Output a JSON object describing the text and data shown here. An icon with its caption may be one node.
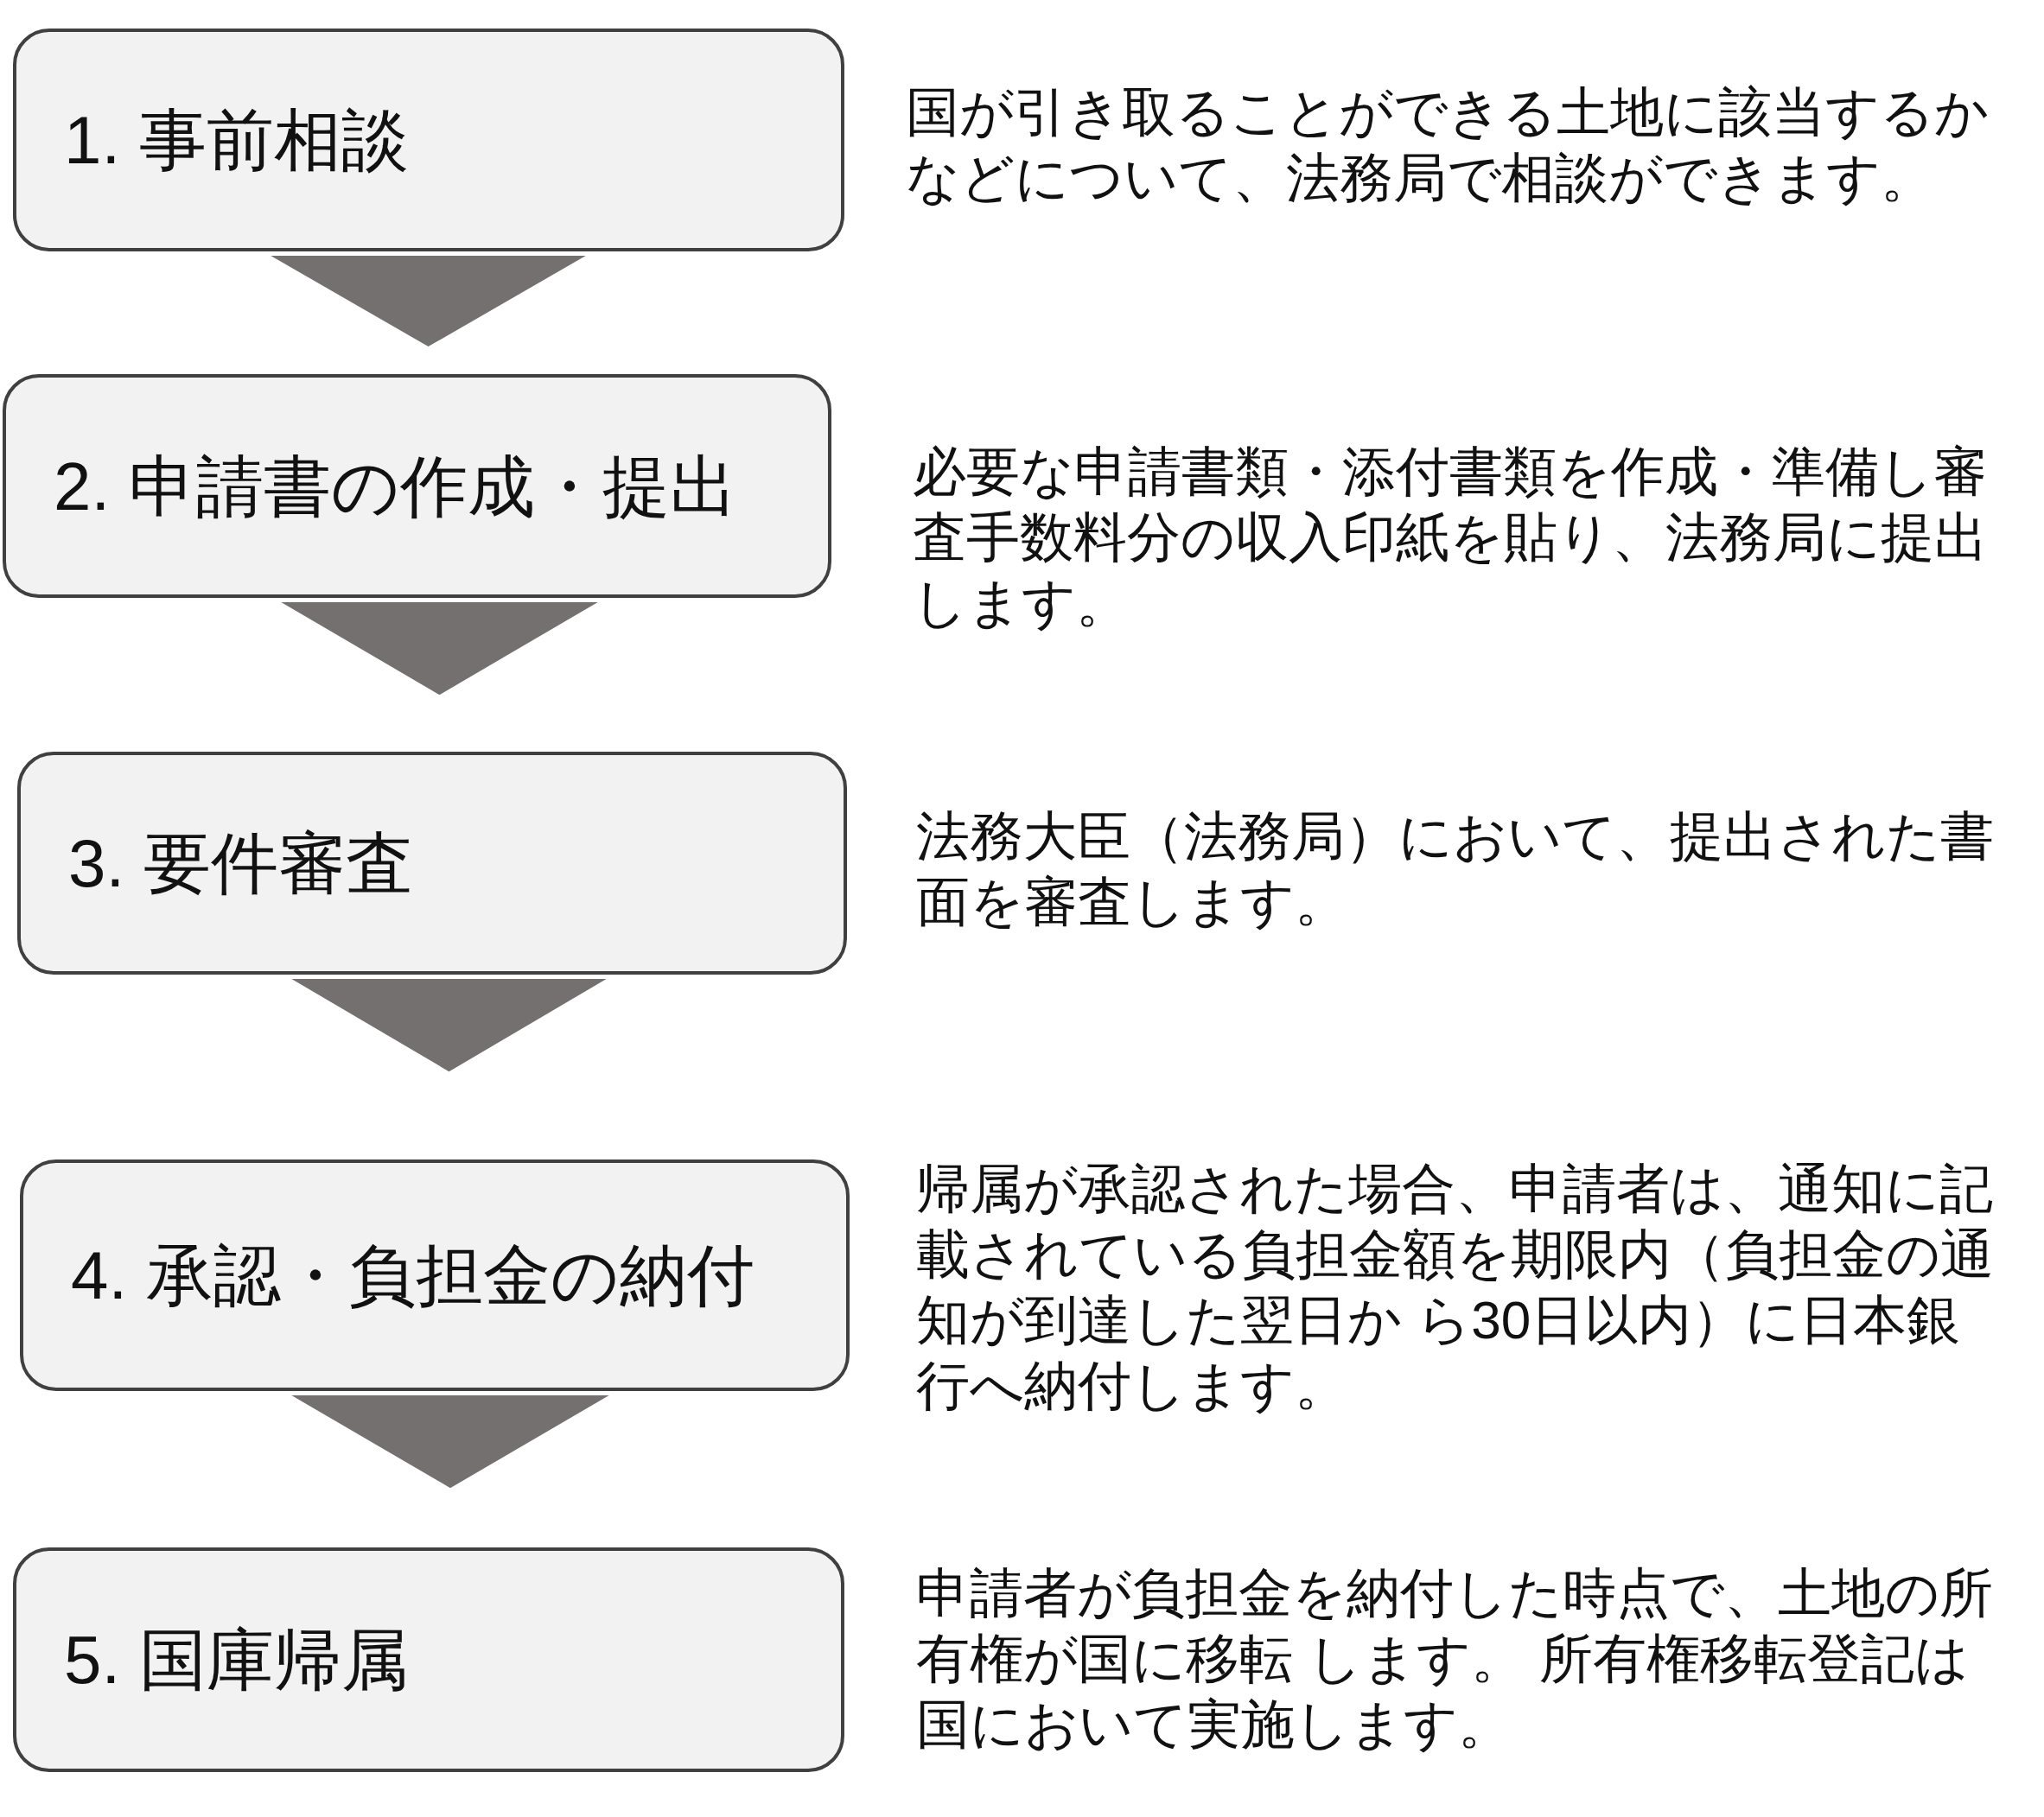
{
  "diagram": {
    "nodes": [
      {
        "text": [
          "1. 事前相談"
        ],
        "beside": [
          "国が引き取ることができる土地に該当するかなどについて、法務局で相談ができます。"
        ]
      },
      {
        "text": [
          "2. 申請書の作成・提出"
        ],
        "beside": [
          "必要な申請書類・添付書類を作成・準備し審査手数料分の収入印紙を貼り、法務局に提出します。"
        ]
      },
      {
        "text": [
          "3. 要件審査"
        ],
        "beside": [
          "法務大臣（法務局）において、提出された書面を審査します。"
        ]
      },
      {
        "text": [
          "4. 承認・負担金の納付"
        ],
        "beside": [
          "帰属が承認された場合、申請者は、通知に記載されている負担金額を期限内（負担金の通知が到達した翌日か ら30日以内）に日本銀行へ納付します。"
        ]
      },
      {
        "text": [
          "5. 国庫帰属"
        ],
        "beside": [
          "申請者が負担金を納付した時点で、土地の所有権が国に移転 します。 所有権移転登記は国において実施します。"
        ]
      }
    ],
    "edges": [
      {
        "from": 0,
        "to": 1,
        "arrow": "to"
      },
      {
        "from": 1,
        "to": 2,
        "arrow": "to"
      },
      {
        "from": 2,
        "to": 3,
        "arrow": "to"
      },
      {
        "from": 3,
        "to": 4,
        "arrow": "to"
      }
    ]
  }
}
